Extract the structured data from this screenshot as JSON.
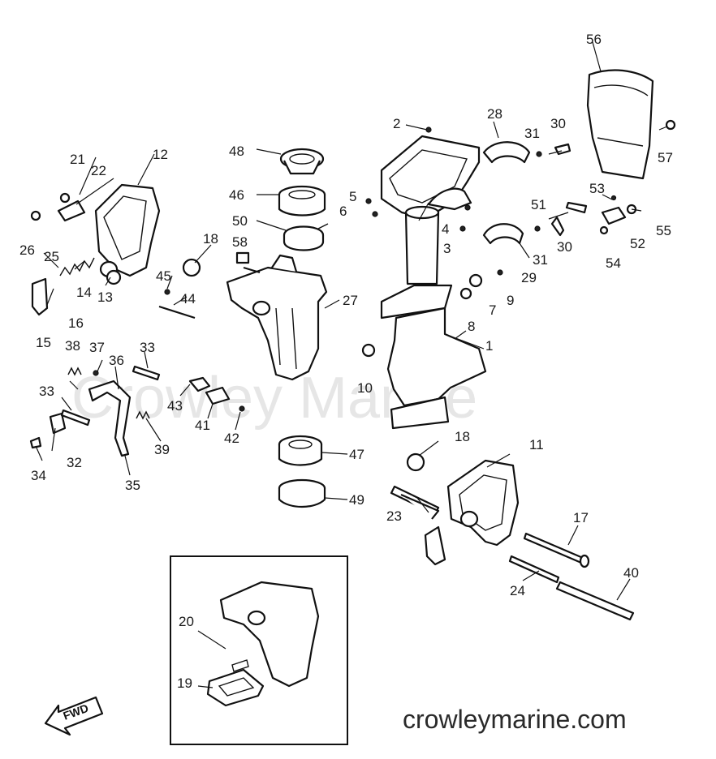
{
  "watermark": "Crowley Marine",
  "site": "crowleymarine.com",
  "fwd": "FWD",
  "callouts": [
    {
      "id": "c1",
      "text": "1"
    },
    {
      "id": "c2",
      "text": "2"
    },
    {
      "id": "c3",
      "text": "3"
    },
    {
      "id": "c4",
      "text": "4"
    },
    {
      "id": "c5",
      "text": "5"
    },
    {
      "id": "c6",
      "text": "6"
    },
    {
      "id": "c7",
      "text": "7"
    },
    {
      "id": "c8",
      "text": "8"
    },
    {
      "id": "c9",
      "text": "9"
    },
    {
      "id": "c10",
      "text": "10"
    },
    {
      "id": "c11",
      "text": "11"
    },
    {
      "id": "c12",
      "text": "12"
    },
    {
      "id": "c13",
      "text": "13"
    },
    {
      "id": "c14",
      "text": "14"
    },
    {
      "id": "c15",
      "text": "15"
    },
    {
      "id": "c16",
      "text": "16"
    },
    {
      "id": "c17",
      "text": "17"
    },
    {
      "id": "c18a",
      "text": "18"
    },
    {
      "id": "c18b",
      "text": "18"
    },
    {
      "id": "c19",
      "text": "19"
    },
    {
      "id": "c20",
      "text": "20"
    },
    {
      "id": "c21",
      "text": "21"
    },
    {
      "id": "c22",
      "text": "22"
    },
    {
      "id": "c23",
      "text": "23"
    },
    {
      "id": "c24",
      "text": "24"
    },
    {
      "id": "c25",
      "text": "25"
    },
    {
      "id": "c26",
      "text": "26"
    },
    {
      "id": "c27",
      "text": "27"
    },
    {
      "id": "c28",
      "text": "28"
    },
    {
      "id": "c29",
      "text": "29"
    },
    {
      "id": "c30a",
      "text": "30"
    },
    {
      "id": "c30b",
      "text": "30"
    },
    {
      "id": "c31a",
      "text": "31"
    },
    {
      "id": "c31b",
      "text": "31"
    },
    {
      "id": "c32",
      "text": "32"
    },
    {
      "id": "c33a",
      "text": "33"
    },
    {
      "id": "c33b",
      "text": "33"
    },
    {
      "id": "c34",
      "text": "34"
    },
    {
      "id": "c35",
      "text": "35"
    },
    {
      "id": "c36",
      "text": "36"
    },
    {
      "id": "c37",
      "text": "37"
    },
    {
      "id": "c38",
      "text": "38"
    },
    {
      "id": "c39",
      "text": "39"
    },
    {
      "id": "c40",
      "text": "40"
    },
    {
      "id": "c41",
      "text": "41"
    },
    {
      "id": "c42",
      "text": "42"
    },
    {
      "id": "c43",
      "text": "43"
    },
    {
      "id": "c44",
      "text": "44"
    },
    {
      "id": "c45",
      "text": "45"
    },
    {
      "id": "c46",
      "text": "46"
    },
    {
      "id": "c47",
      "text": "47"
    },
    {
      "id": "c48",
      "text": "48"
    },
    {
      "id": "c49",
      "text": "49"
    },
    {
      "id": "c50",
      "text": "50"
    },
    {
      "id": "c51",
      "text": "51"
    },
    {
      "id": "c52",
      "text": "52"
    },
    {
      "id": "c53",
      "text": "53"
    },
    {
      "id": "c54",
      "text": "54"
    },
    {
      "id": "c55",
      "text": "55"
    },
    {
      "id": "c56",
      "text": "56"
    },
    {
      "id": "c57",
      "text": "57"
    },
    {
      "id": "c58",
      "text": "58"
    }
  ]
}
